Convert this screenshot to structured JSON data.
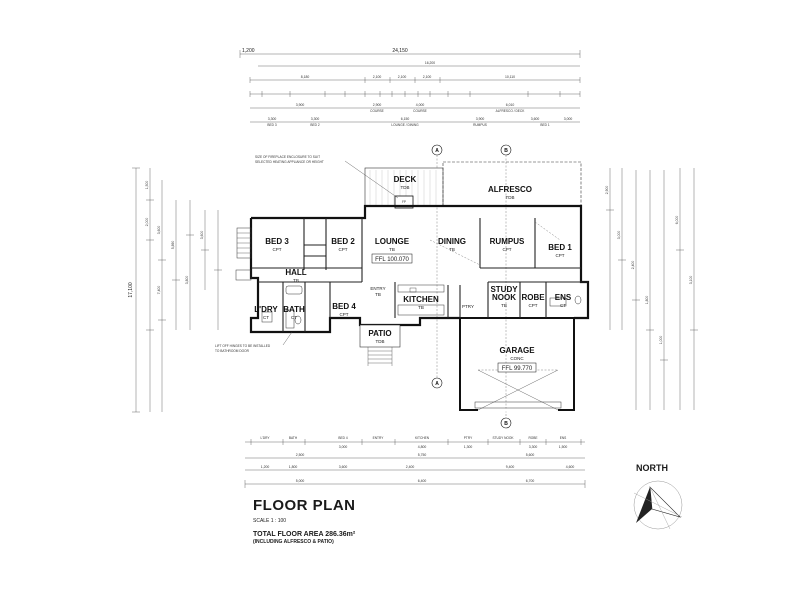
{
  "rooms": {
    "deck": {
      "name": "DECK",
      "floor": "TDB"
    },
    "alfresco": {
      "name": "ALFRESCO",
      "floor": "TDB"
    },
    "bed3": {
      "name": "BED 3",
      "floor": "CPT"
    },
    "bed2": {
      "name": "BED 2",
      "floor": "CPT"
    },
    "lounge": {
      "name": "LOUNGE",
      "floor": "TB"
    },
    "dining": {
      "name": "DINING",
      "floor": "TB"
    },
    "rumpus": {
      "name": "RUMPUS",
      "floor": "CPT"
    },
    "bed1": {
      "name": "BED 1",
      "floor": "CPT"
    },
    "hall": {
      "name": "HALL",
      "floor": "TB"
    },
    "ldry": {
      "name": "L'DRY",
      "floor": "CT"
    },
    "bath": {
      "name": "BATH",
      "floor": "CT"
    },
    "bed4": {
      "name": "BED 4",
      "floor": "CPT"
    },
    "entry": {
      "name": "ENTRY",
      "floor": "TB"
    },
    "kitchen": {
      "name": "KITCHEN",
      "floor": "TB"
    },
    "ptry": {
      "name": "PTRY",
      "floor": ""
    },
    "study": {
      "name": "STUDY",
      "name2": "NOOK",
      "floor": "TB"
    },
    "robe": {
      "name": "ROBE",
      "floor": "CPT"
    },
    "ens": {
      "name": "ENS",
      "floor": "CT"
    },
    "patio": {
      "name": "PATIO",
      "floor": "TDB"
    },
    "garage": {
      "name": "GARAGE",
      "floor": "CONC"
    }
  },
  "levels": {
    "main": "FFL 100.070",
    "garage": "FFL 99.770"
  },
  "notes": {
    "fireplace_1": "SIZE OF FIREPLACE ENCLOSURE TO SUIT",
    "fireplace_2": "SELECTED HEATING APPLIANCE OR HEIGHT",
    "hinges_1": "LIFT OFF HINGES TO BE INSTALLED",
    "hinges_2": "TO BATHROOM DOOR",
    "fp": "FP"
  },
  "dimensions": {
    "overall_width": "24,150",
    "overall_depth": "17,100",
    "left_offset": "1,200",
    "top_sub": "16,200",
    "top_row2": [
      "8,180",
      "2,100",
      "2,100",
      "2,100",
      "10,110"
    ],
    "top_row3": [
      "3,900",
      "2,900",
      "4,000",
      "6,010"
    ],
    "top_row4": [
      "3,300",
      "3,300",
      "6,150",
      "3,900",
      "3,600",
      "3,000"
    ],
    "top_row4_labels": [
      "BED 3",
      "BED 2",
      "LOUNGE / DINING",
      "RUMPUS",
      "BED 1"
    ],
    "top_row3_labels": [
      "COURSE",
      "COURSE",
      "ALFRESCO / DECK"
    ],
    "bottom_row1_labels": [
      "L'DRY",
      "BATH",
      "BED 4",
      "ENTRY",
      "KITCHEN",
      "PTRY",
      "STUDY NOOK",
      "ROBE",
      "ENS"
    ],
    "bottom_row1": [
      "3,000",
      "4,800",
      "1,300",
      "3,300",
      "1,500"
    ],
    "bottom_row2": [
      "2,500",
      "5,750",
      "5,600"
    ],
    "bottom_row3": [
      "1,200",
      "1,800",
      "3,600",
      "2,400",
      "9,400",
      "4,600"
    ],
    "bottom_row4": [
      "5,000",
      "6,400",
      "6,700"
    ],
    "left_dims": [
      "1,500",
      "2,000",
      "3,600",
      "7,400",
      "5,890",
      "3,800",
      "3,600"
    ],
    "right_dims": [
      "2,900",
      "3,000",
      "2,400",
      "1,800",
      "1,000",
      "6,000",
      "3,100"
    ],
    "grid_a": "A",
    "grid_b": "B"
  },
  "title_block": {
    "title": "FLOOR PLAN",
    "scale": "SCALE 1 : 100",
    "area": "TOTAL FLOOR AREA 286.36m²",
    "area_note": "(INCLUDING ALFRESCO & PATIO)"
  },
  "north": {
    "label": "NORTH"
  }
}
